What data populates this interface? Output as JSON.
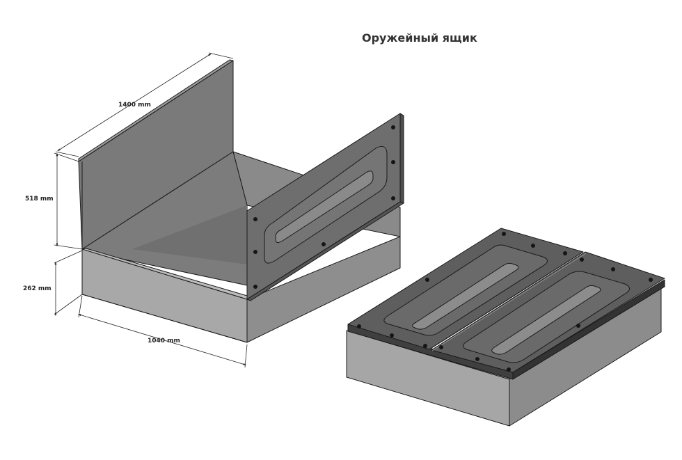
{
  "title": "Оружейный ящик",
  "dimensions": {
    "length": "1400 mm",
    "height_upper": "518 mm",
    "height_lower": "262 mm",
    "width": "1040 mm"
  },
  "colors": {
    "face_light": "#a4a4a4",
    "face_mid": "#8f8f8f",
    "face_dark": "#6a6a6a",
    "face_darker": "#5b5b5b",
    "edge": "#1a1a1a",
    "bolt": "#151515"
  }
}
